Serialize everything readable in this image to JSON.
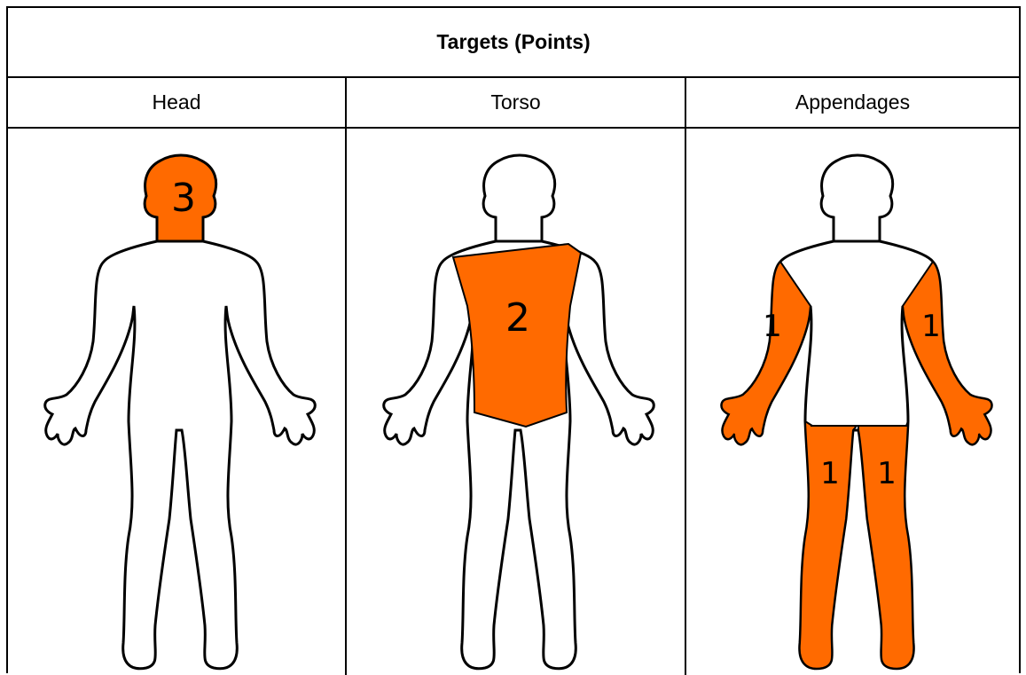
{
  "table": {
    "title": "Targets (Points)",
    "columns": [
      {
        "label": "Head",
        "points": [
          {
            "value": "3"
          }
        ]
      },
      {
        "label": "Torso",
        "points": [
          {
            "value": "2"
          }
        ]
      },
      {
        "label": "Appendages",
        "points": [
          {
            "value": "1"
          },
          {
            "value": "1"
          },
          {
            "value": "1"
          },
          {
            "value": "1"
          }
        ]
      }
    ]
  },
  "colors": {
    "highlight": "#ff6a00",
    "outline": "#000000",
    "background": "#ffffff"
  }
}
